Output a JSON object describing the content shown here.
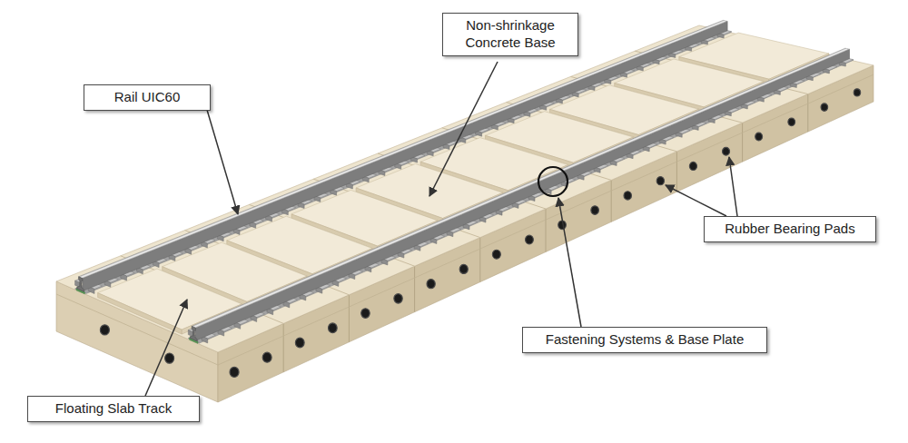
{
  "diagram": {
    "nodes": [
      {
        "text": [
          "Non-shrinkage Concrete Base"
        ]
      },
      {
        "text": [
          "Rail UIC60"
        ]
      },
      {
        "text": [
          "Rubber Bearing Pads"
        ]
      },
      {
        "text": [
          "Fastening Systems & Base Plate"
        ]
      },
      {
        "text": [
          "Floating Slab Track"
        ]
      }
    ]
  }
}
